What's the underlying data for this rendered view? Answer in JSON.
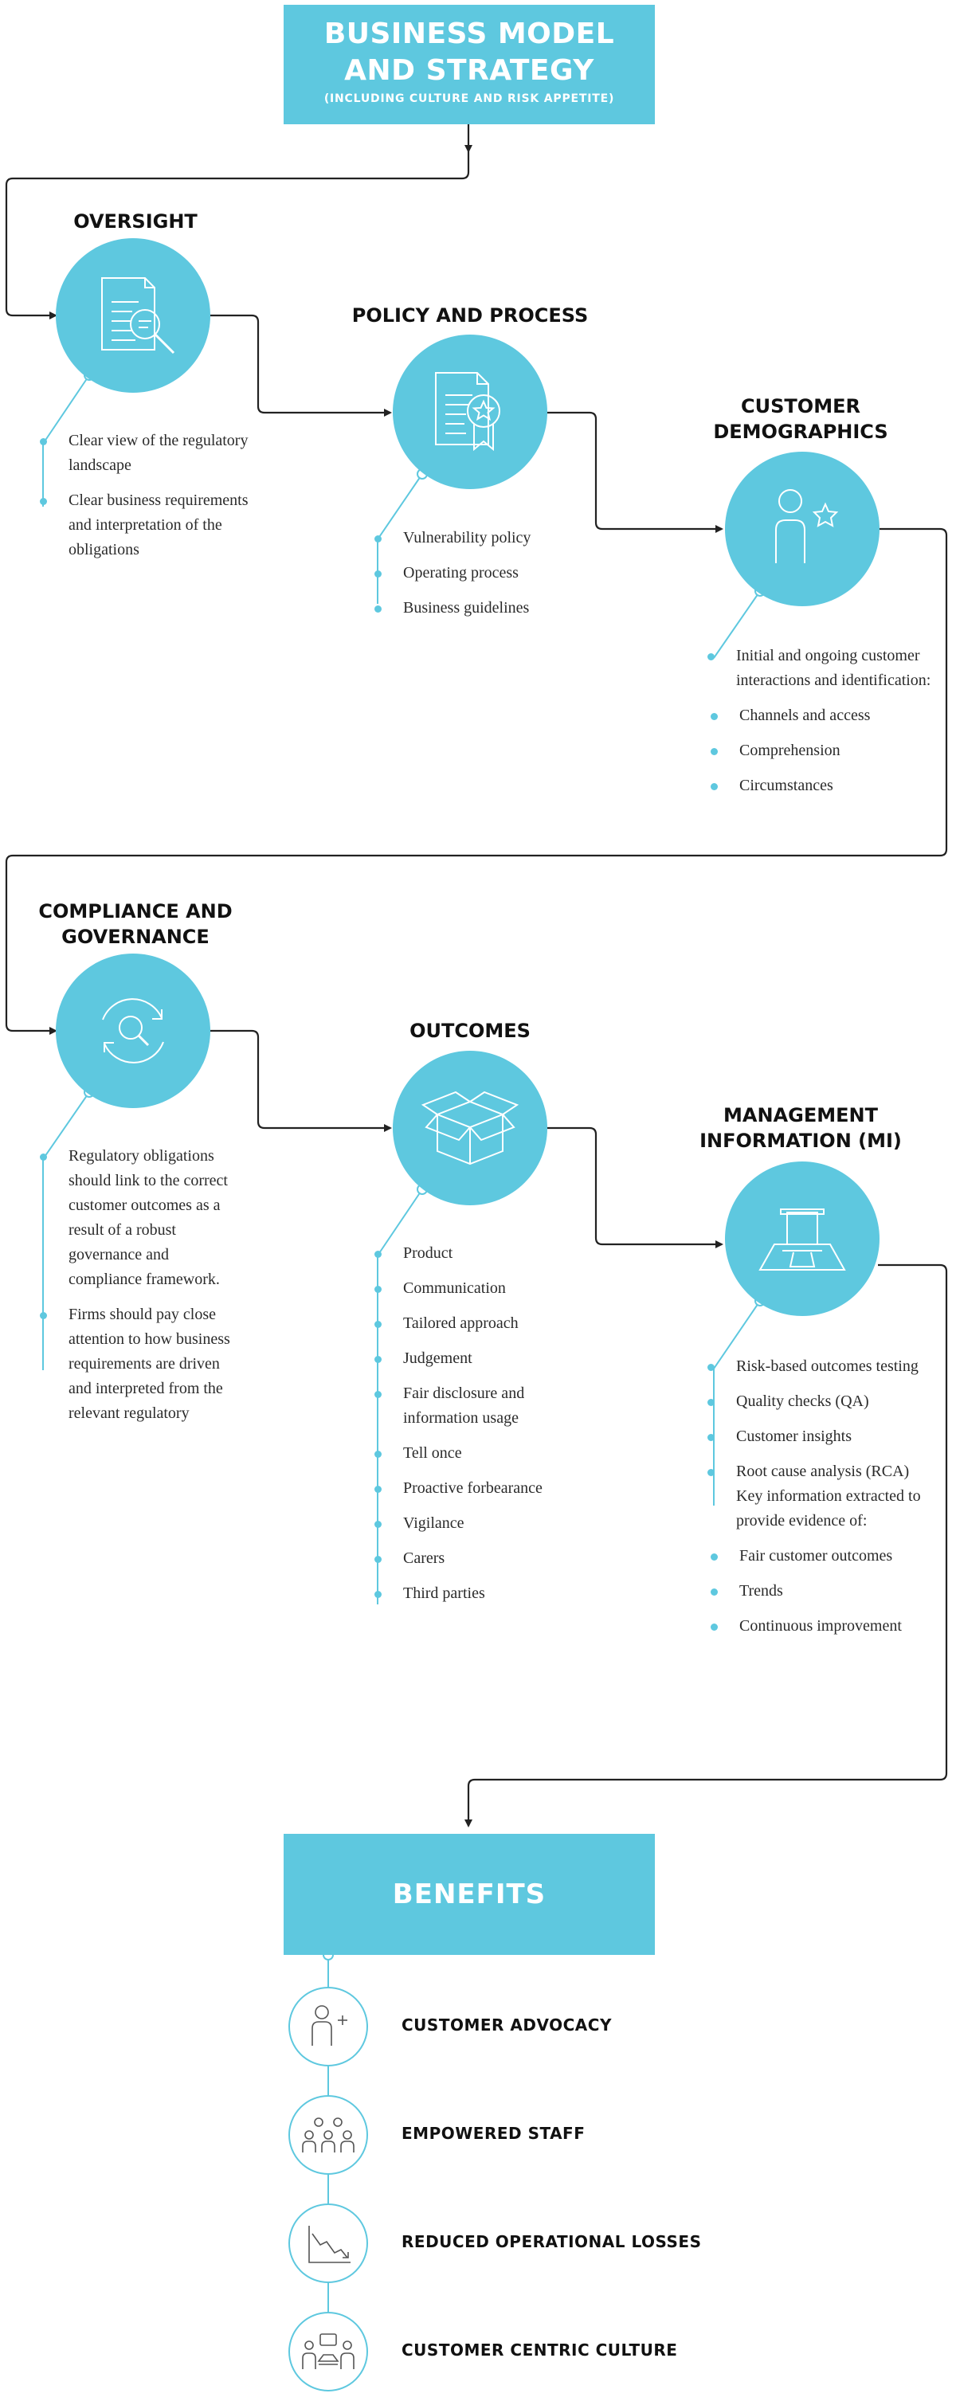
{
  "header": {
    "title_line1": "BUSINESS MODEL",
    "title_line2": "AND STRATEGY",
    "subtitle": "(INCLUDING CULTURE AND RISK APPETITE)"
  },
  "stages": {
    "oversight": {
      "heading": "OVERSIGHT",
      "items": [
        "Clear view of the regulatory landscape",
        "Clear business requirements and interpretation of the obligations"
      ]
    },
    "policy": {
      "heading": "POLICY AND PROCESS",
      "items": [
        "Vulnerability policy",
        "Operating process",
        "Business guidelines"
      ]
    },
    "demographics": {
      "heading_line1": "CUSTOMER",
      "heading_line2": "DEMOGRAPHICS",
      "intro": "Initial and ongoing customer interactions and identification:",
      "items": [
        "Channels and access",
        "Comprehension",
        "Circumstances"
      ]
    },
    "compliance": {
      "heading_line1": "COMPLIANCE AND",
      "heading_line2": "GOVERNANCE",
      "items": [
        "Regulatory obligations should link to the correct customer outcomes as a result of a robust governance and compliance framework.",
        "Firms should pay close attention to how business requirements are driven and interpreted from the relevant regulatory"
      ]
    },
    "outcomes": {
      "heading": "OUTCOMES",
      "items": [
        "Product",
        "Communication",
        "Tailored approach",
        "Judgement",
        "Fair disclosure and information usage",
        "Tell once",
        "Proactive forbearance",
        "Vigilance",
        "Carers",
        "Third parties"
      ]
    },
    "mi": {
      "heading_line1": "MANAGEMENT",
      "heading_line2": "INFORMATION (MI)",
      "items": [
        "Risk-based outcomes testing",
        "Quality checks (QA)",
        "Customer insights",
        "Root cause analysis (RCA) Key information extracted to provide evidence of:"
      ],
      "subitems": [
        "Fair customer outcomes",
        "Trends",
        "Continuous improvement"
      ]
    }
  },
  "benefits": {
    "title": "BENEFITS",
    "items": [
      "CUSTOMER ADVOCACY",
      "EMPOWERED STAFF",
      "REDUCED OPERATIONAL LOSSES",
      "CUSTOMER CENTRIC CULTURE"
    ]
  },
  "colors": {
    "accent": "#5ec8df",
    "line": "#222222",
    "text": "#2b2b2b"
  }
}
